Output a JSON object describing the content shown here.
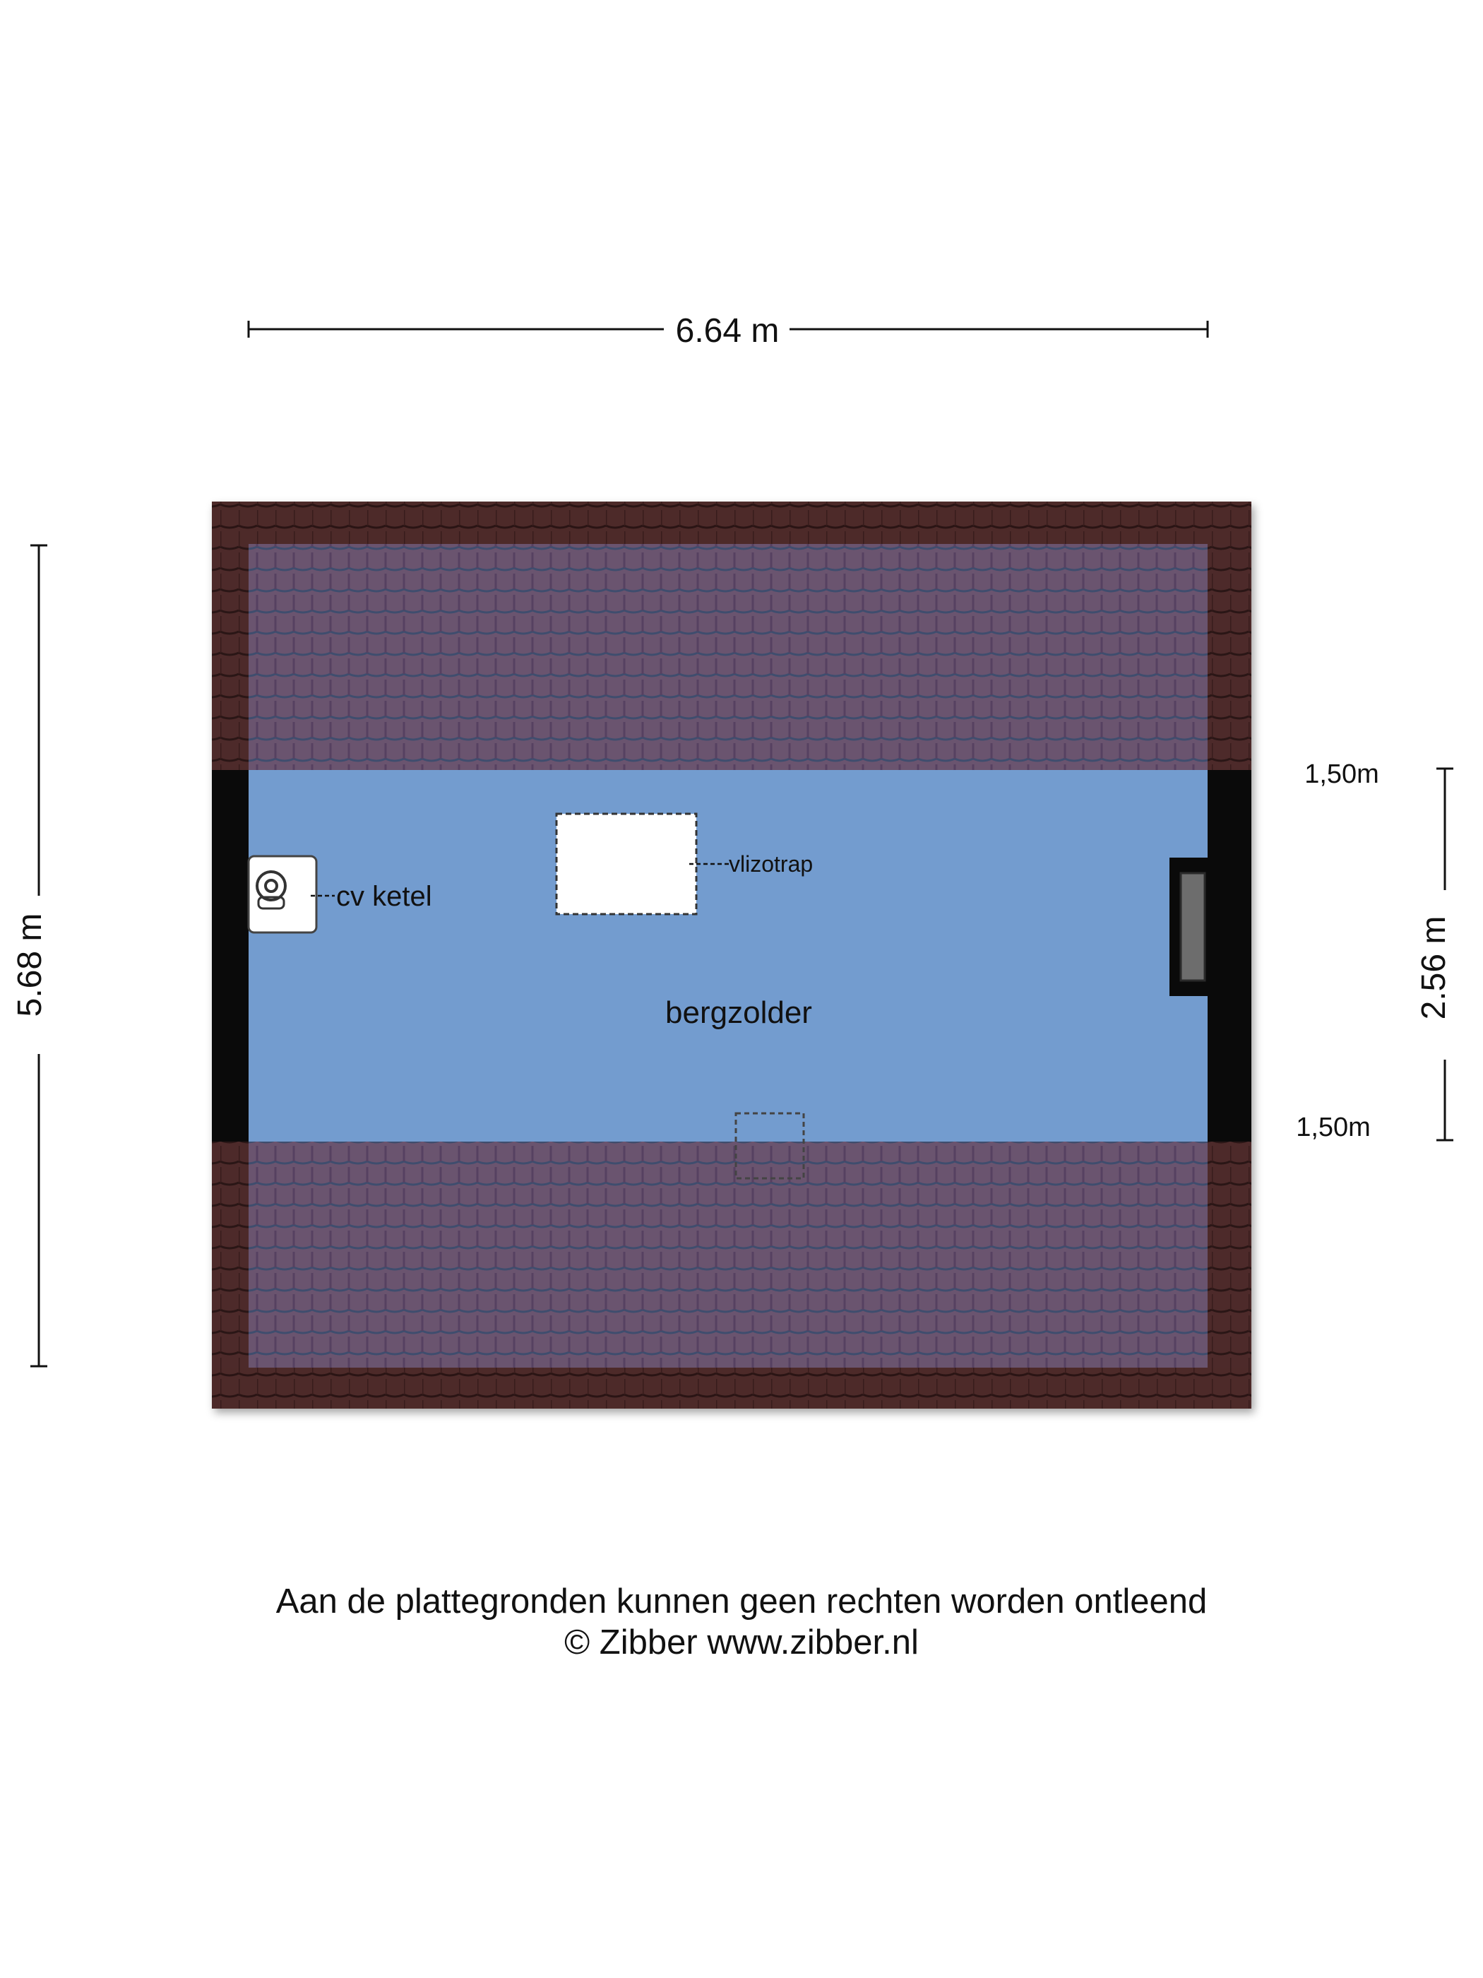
{
  "dimensions": {
    "width_total": "6.64 m",
    "height_total": "5.68 m",
    "room_depth": "2.56 m",
    "slope_top": "1,50m",
    "slope_bottom": "1,50m"
  },
  "labels": {
    "room": "bergzolder",
    "boiler": "cv ketel",
    "attic_ladder": "vlizotrap"
  },
  "footer": {
    "disclaimer": "Aan de plattegronden kunnen geen rechten worden ontleend",
    "copyright": "© Zibber www.zibber.nl"
  },
  "colors": {
    "room_floor": "#739ccf",
    "roof_tiles": "#67506a",
    "roof_edge": "#4d2b2a",
    "wall": "#0a0a0a"
  }
}
